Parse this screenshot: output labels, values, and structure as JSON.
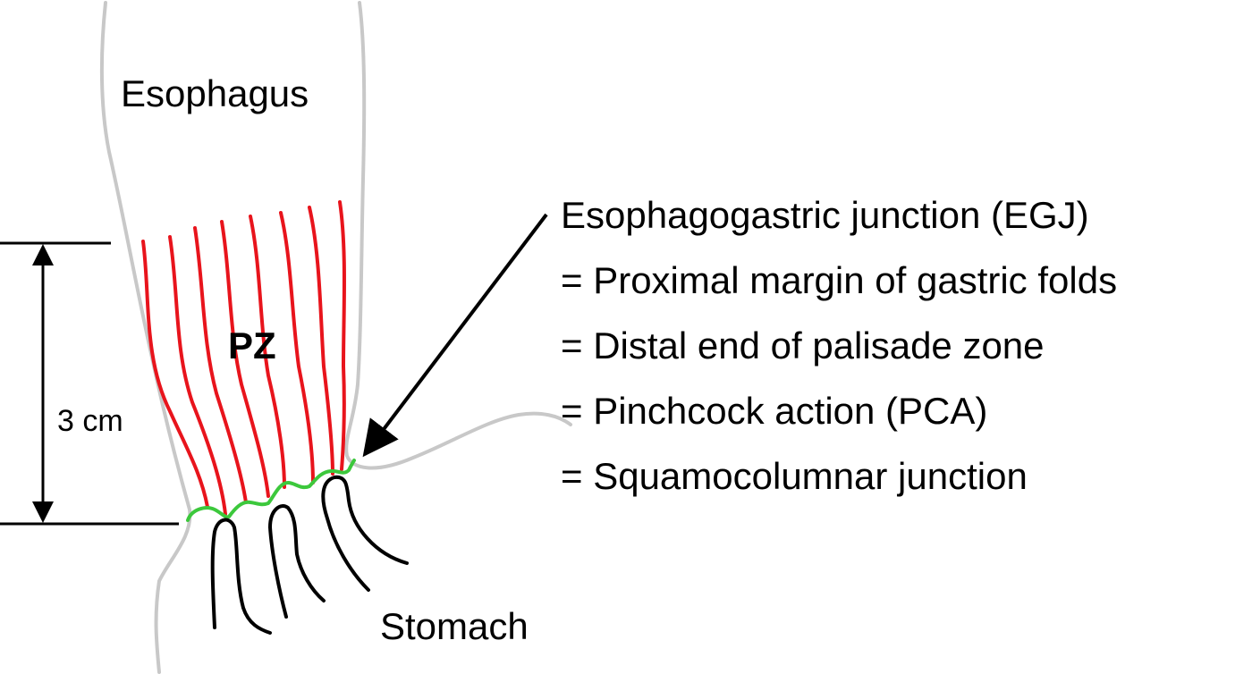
{
  "labels": {
    "esophagus": "Esophagus",
    "pz": "PZ",
    "distance": "3 cm",
    "stomach": "Stomach"
  },
  "definitions": [
    "Esophagogastric junction (EGJ)",
    "= Proximal margin of gastric folds",
    "= Distal end of palisade zone",
    "= Pinchcock action (PCA)",
    "= Squamocolumnar junction"
  ],
  "colors": {
    "wall": "#c8c8c8",
    "palisade_vessels": "#e8141c",
    "squamocolumnar_line": "#3cc83c",
    "gastric_folds": "#000000",
    "annotation": "#000000"
  }
}
